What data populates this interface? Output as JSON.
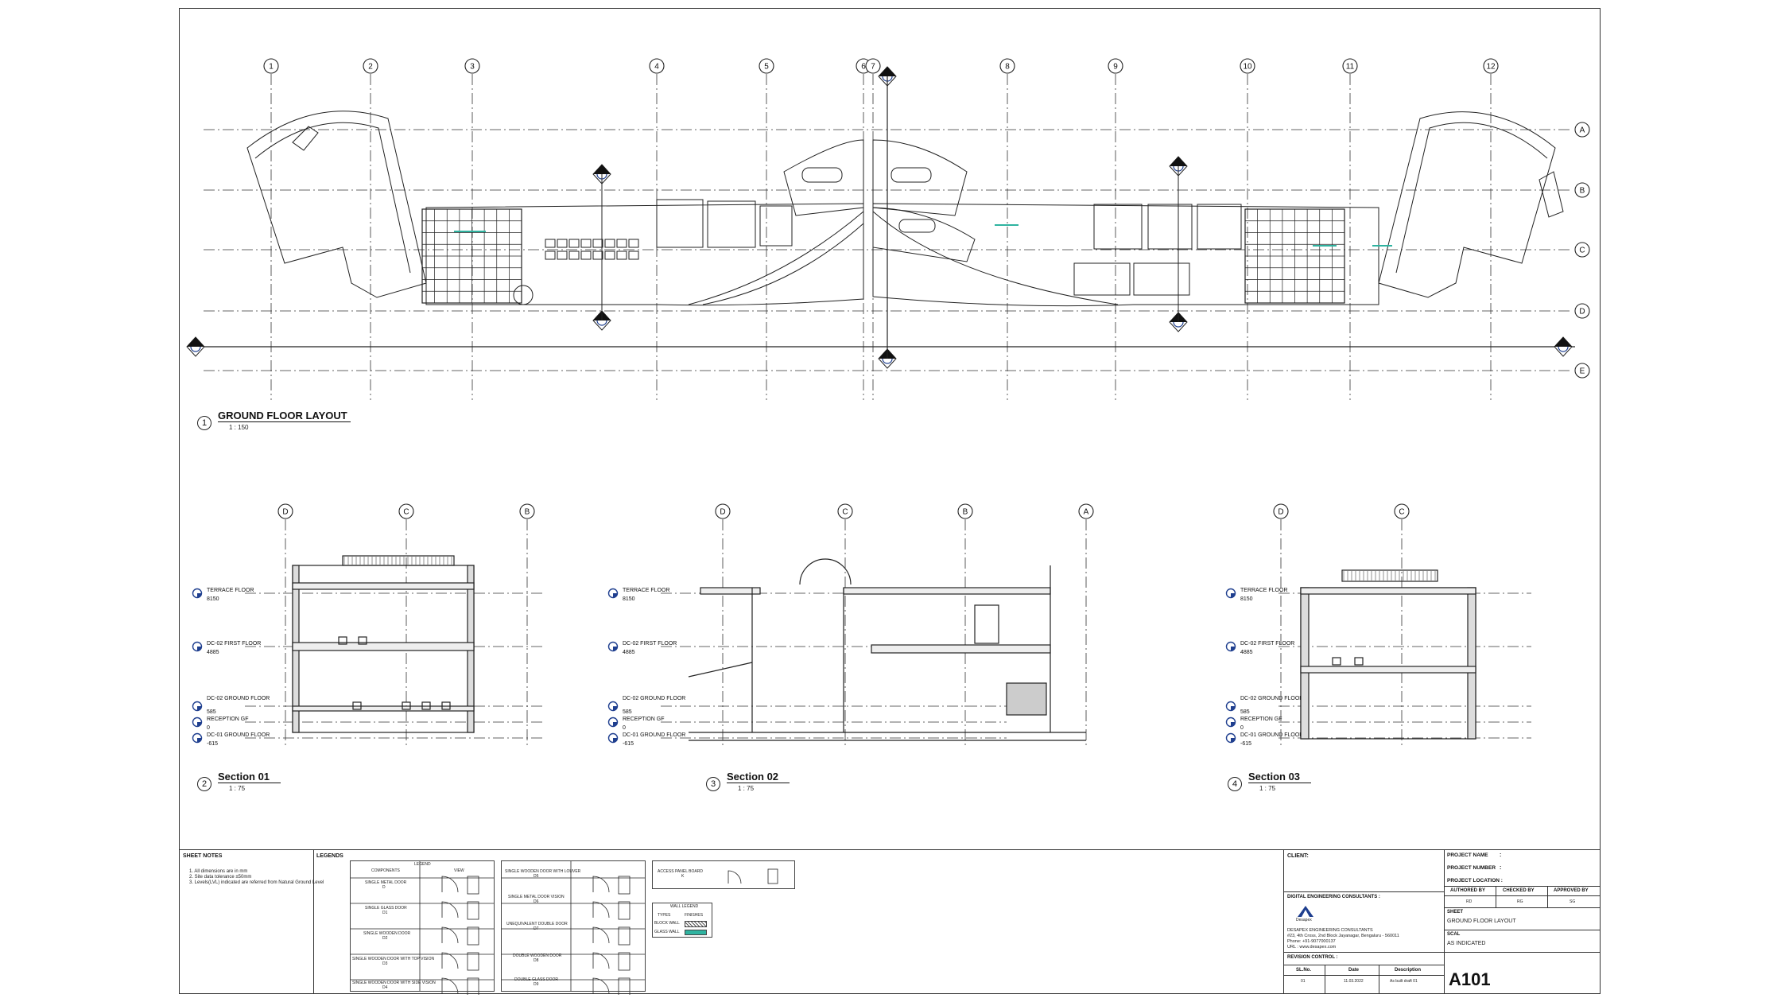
{
  "grid_columns": [
    "1",
    "2",
    "3",
    "4",
    "5",
    "6",
    "7",
    "8",
    "9",
    "10",
    "11",
    "12"
  ],
  "grid_rows": [
    "A",
    "B",
    "C",
    "D",
    "E"
  ],
  "views": {
    "plan": {
      "num": "1",
      "title": "GROUND FLOOR LAYOUT",
      "scale": "1 : 150"
    },
    "sec1": {
      "num": "2",
      "title": "Section 01",
      "scale": "1 : 75",
      "grids": [
        "D",
        "C",
        "B"
      ]
    },
    "sec2": {
      "num": "3",
      "title": "Section 02",
      "scale": "1 : 75",
      "grids": [
        "D",
        "C",
        "B",
        "A"
      ]
    },
    "sec3": {
      "num": "4",
      "title": "Section 03",
      "scale": "1 : 75",
      "grids": [
        "D",
        "C"
      ]
    }
  },
  "levels": {
    "terrace": {
      "name": "TERRACE FLOOR",
      "value": "8150"
    },
    "first": {
      "name": "DC-02 FIRST FLOOR",
      "value": "4885"
    },
    "ground": {
      "name": "DC-02 GROUND FLOOR",
      "value": "585"
    },
    "reception": {
      "name": "RECEPTION GF",
      "value": "0"
    },
    "dc01": {
      "name": "DC-01 GROUND FLOOR",
      "value": "-615"
    }
  },
  "sheet_notes": {
    "heading": "SHEET NOTES",
    "items": [
      "1. All dimensions are in mm",
      "2. Site data tolerance ±50mm",
      "3. Levels(LVL) indicated are referred from Natural Ground Level"
    ]
  },
  "legends": {
    "heading": "LEGENDS",
    "table_title": "LEGEND",
    "col_components": "COMPONENTS",
    "col_view": "VIEW",
    "doors_left": [
      {
        "name": "SINGLE METAL DOOR",
        "code": "D"
      },
      {
        "name": "SINGLE GLASS DOOR",
        "code": "D1"
      },
      {
        "name": "SINGLE WOODEN DOOR",
        "code": "D2"
      },
      {
        "name": "SINGLE WOODEN DOOR WITH TOP VISION",
        "code": "D3"
      },
      {
        "name": "SINGLE WOODEN DOOR WITH SIDE VISION",
        "code": "D4"
      }
    ],
    "doors_right": [
      {
        "name": "SINGLE WOODEN DOOR WITH LOUVER",
        "code": "D5"
      },
      {
        "name": "SINGLE METAL DOOR VISION",
        "code": "D6"
      },
      {
        "name": "UNEQUIVALENT DOUBLE DOOR",
        "code": "D7"
      },
      {
        "name": "DOUBLE WOODEN DOOR",
        "code": "D8"
      },
      {
        "name": "DOUBLE GLASS DOOR",
        "code": "D9"
      }
    ],
    "access_panel": {
      "name": "ACCESS PANEL BOARD",
      "code": "K"
    },
    "wall_legend": {
      "title": "WALL LEGEND",
      "col_types": "TYPES",
      "col_finish": "FINISHES",
      "rows": [
        "BLOCK WALL",
        "GLASS WALL"
      ]
    }
  },
  "title_block": {
    "client_label": "CLIENT:",
    "consultant_label": "DIGITAL ENGINEERING CONSULTANTS :",
    "logo_text": "Desapex",
    "consultant_name": "DESAPEX ENGINEERING CONSULTANTS",
    "address_1": "#23, 4th Cross, 2nd Block Jayanagar, Bengaluru - 560011",
    "phone": "Phone: +91-9077000137",
    "url": "URL : www.desapex.com",
    "revision_label": "REVISION CONTROL :",
    "rev_headers": [
      "SL.No.",
      "Date",
      "Description"
    ],
    "rev_row": [
      "01",
      "11.03.2022",
      "As built draft 01"
    ],
    "project_name_label": "PROJECT NAME",
    "project_number_label": "PROJECT NUMBER",
    "project_location_label": "PROJECT LOCATION :",
    "colon": ":",
    "authored_label": "AUTHORED BY",
    "checked_label": "CHECKED BY",
    "approved_label": "APPROVED BY",
    "authored_value": "RD",
    "checked_value": "RG",
    "approved_value": "SG",
    "sheet_label": "SHEET",
    "sheet_value": "GROUND FLOOR LAYOUT",
    "scale_label": "SCAL",
    "scale_value": "AS INDICATED",
    "sheet_number": "A101"
  },
  "colors": {
    "line": "#222222",
    "grid": "#333333",
    "marker": "#1f3f8f",
    "glass": "#2fb3a0"
  }
}
